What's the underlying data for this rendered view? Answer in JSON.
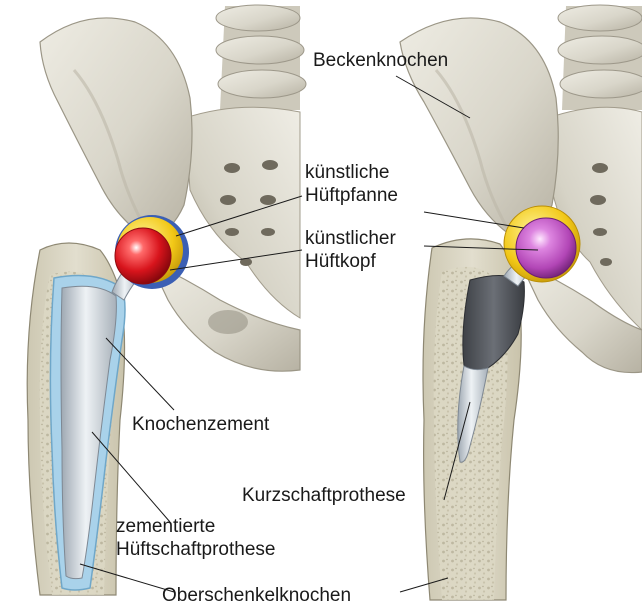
{
  "labels": {
    "becken": "Beckenknochen",
    "pfanne_1": "künstliche",
    "pfanne_2": "Hüftpfanne",
    "kopf_1": "künstlicher",
    "kopf_2": "Hüftkopf",
    "zement": "Knochenzement",
    "kurzschaft": "Kurzschaftprothese",
    "zementiert_1": "zementierte",
    "zementiert_2": "Hüftschaftprothese",
    "oberschenkel": "Oberschenkelknochen"
  },
  "colors": {
    "background": "#ffffff",
    "bone": "#dedbcf",
    "bone_shadow": "#b3ae9f",
    "cortical_bone": "#d9d4bf",
    "cement": "#a9d2ea",
    "stem_metal": "#cfd6dc",
    "cup_outer": "#f2c817",
    "cup_liner_blue": "#3b5fb4",
    "head_red": "#d8141c",
    "head_purple": "#c255c8",
    "short_stem_coating": "#55585e",
    "leader_line": "#1a1a1a"
  }
}
